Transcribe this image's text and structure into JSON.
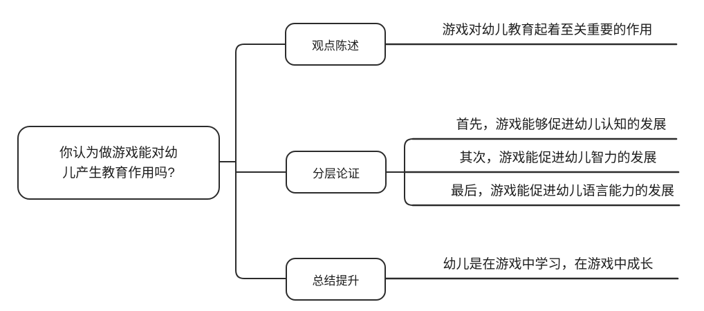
{
  "colors": {
    "background": "#ffffff",
    "line": "#2b2b2b",
    "text": "#1c1c1c"
  },
  "mindmap": {
    "root": {
      "label": "你认为做游戏能对幼儿产生教育作用吗?",
      "lines": [
        "你认为做游戏能对幼",
        "儿产生教育作用吗?"
      ]
    },
    "branches": [
      {
        "topic": "观点陈述",
        "children": [
          "游戏对幼儿教育起着至关重要的作用"
        ]
      },
      {
        "topic": "分层论证",
        "children": [
          "首先，游戏能够促进幼儿认知的发展",
          "其次，游戏能促进幼儿智力的发展",
          "最后，游戏能促进幼儿语言能力的发展"
        ]
      },
      {
        "topic": "总结提升",
        "children": [
          "幼儿是在游戏中学习，在游戏中成长"
        ]
      }
    ]
  }
}
